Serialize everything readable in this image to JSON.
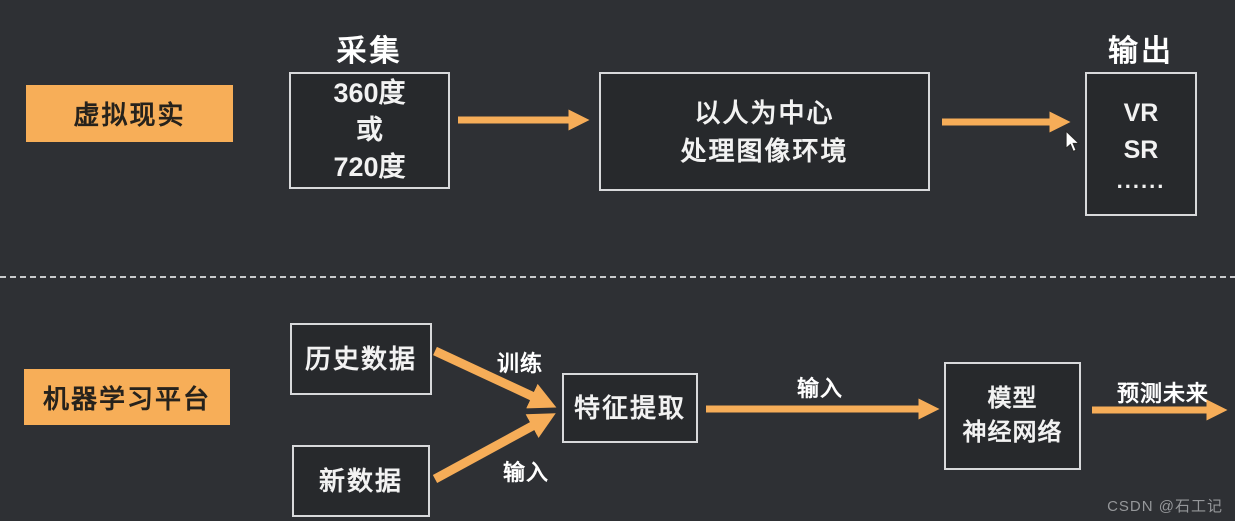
{
  "colors": {
    "background": "#2e3034",
    "accent_orange": "#f6ad58",
    "box_border": "#d8d9db",
    "text_white": "#f2f2f2",
    "watermark_gray": "#95979a"
  },
  "vr_row": {
    "label": "虚拟现实",
    "collect_header": "采集",
    "collect_lines": [
      "360度",
      "或",
      "720度"
    ],
    "process_lines": [
      "以人为中心",
      "处理图像环境"
    ],
    "output_header": "输出",
    "output_lines": [
      "VR",
      "SR",
      "......"
    ]
  },
  "ml_row": {
    "label": "机器学习平台",
    "historical_box": "历史数据",
    "new_box": "新数据",
    "feature_box": "特征提取",
    "model_lines": [
      "模型",
      "神经网络"
    ],
    "train_label": "训练",
    "input_label_bottom": "输入",
    "input_label_mid": "输入",
    "predict_label": "预测未来"
  },
  "watermark": "CSDN @石工记"
}
